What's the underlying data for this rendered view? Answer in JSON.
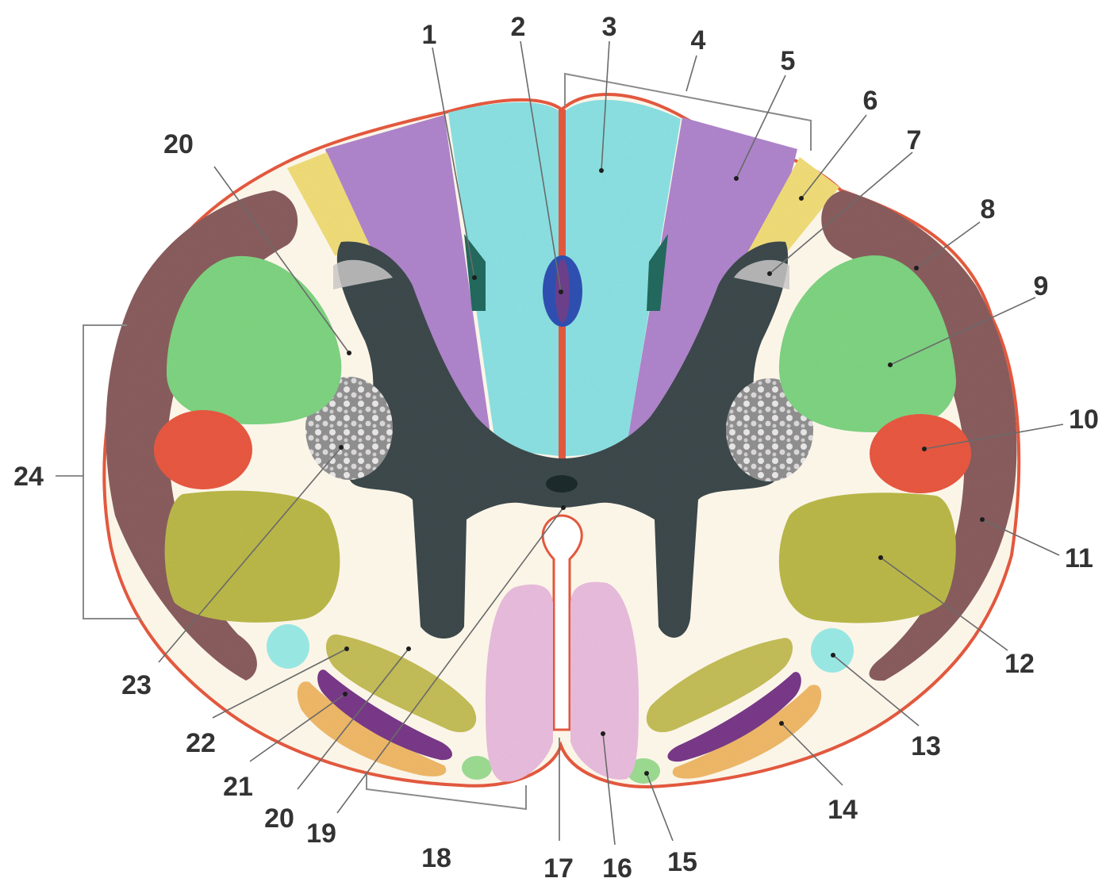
{
  "diagram": {
    "labels": {
      "n1": "1",
      "n2": "2",
      "n3": "3",
      "n4": "4",
      "n5": "5",
      "n6": "6",
      "n7": "7",
      "n8": "8",
      "n9": "9",
      "n10": "10",
      "n11": "11",
      "n12": "12",
      "n13": "13",
      "n14": "14",
      "n15": "15",
      "n16": "16",
      "n17": "17",
      "n18": "18",
      "n19": "19",
      "n20a": "20",
      "n20b": "20",
      "n21": "21",
      "n22": "22",
      "n23": "23",
      "n24": "24"
    },
    "colors": {
      "background": "#ffffff",
      "pia_mater_outline": "#e2583e",
      "white_matter": "#fbf5e8",
      "gray_matter": "#3e4a4d",
      "fasciculus_gracilis": "#8ee4e6",
      "fasciculus_cuneatus": "#b287cf",
      "dorsolateral_tract": "#f4e07a",
      "posterior_spinocerebellar": "#8c5e5f",
      "lateral_corticospinal": "#80d783",
      "rubrospinal": "#ec5a42",
      "lateral_spinothalamic": "#bdbb4a",
      "spinotectal": "#98e6e2",
      "olivospinal": "#f3bb6a",
      "anterior_corticospinal": "#ecbfe0",
      "vestibulospinal": "#7b3a8b",
      "tectospinal": "#9ad890",
      "reticular_formation": "#c0bebe",
      "septomarginal": "#22685d",
      "central_canal": "#2f4fb0",
      "leader_line": "#6a6a6a",
      "label_text": "#333333"
    }
  }
}
